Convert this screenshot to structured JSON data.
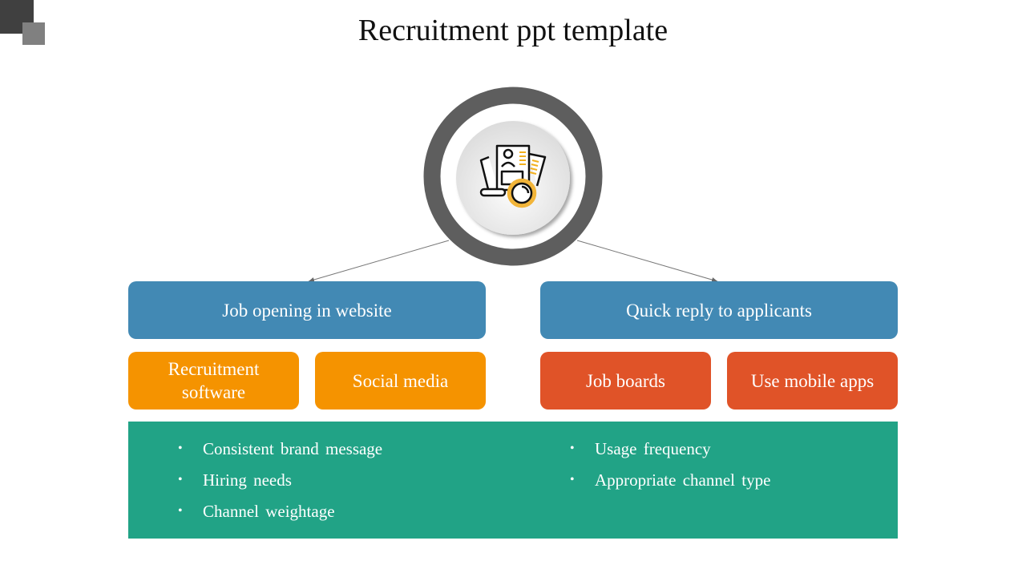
{
  "title": "Recruitment ppt template",
  "center_icon": "resume-search-icon",
  "top_boxes": [
    {
      "label": "Job opening in website"
    },
    {
      "label": "Quick reply to applicants"
    }
  ],
  "sub_boxes": [
    {
      "label": "Recruitment software"
    },
    {
      "label": "Social media"
    },
    {
      "label": "Job boards"
    },
    {
      "label": "Use mobile apps"
    }
  ],
  "bullets_left": [
    "Consistent brand message",
    "Hiring needs",
    "Channel weightage"
  ],
  "bullets_right": [
    "Usage frequency",
    "Appropriate channel type"
  ],
  "colors": {
    "blue": "#4289b4",
    "orange": "#f59300",
    "red": "#e05328",
    "green": "#21a386",
    "ring": "#5e5e5e"
  }
}
